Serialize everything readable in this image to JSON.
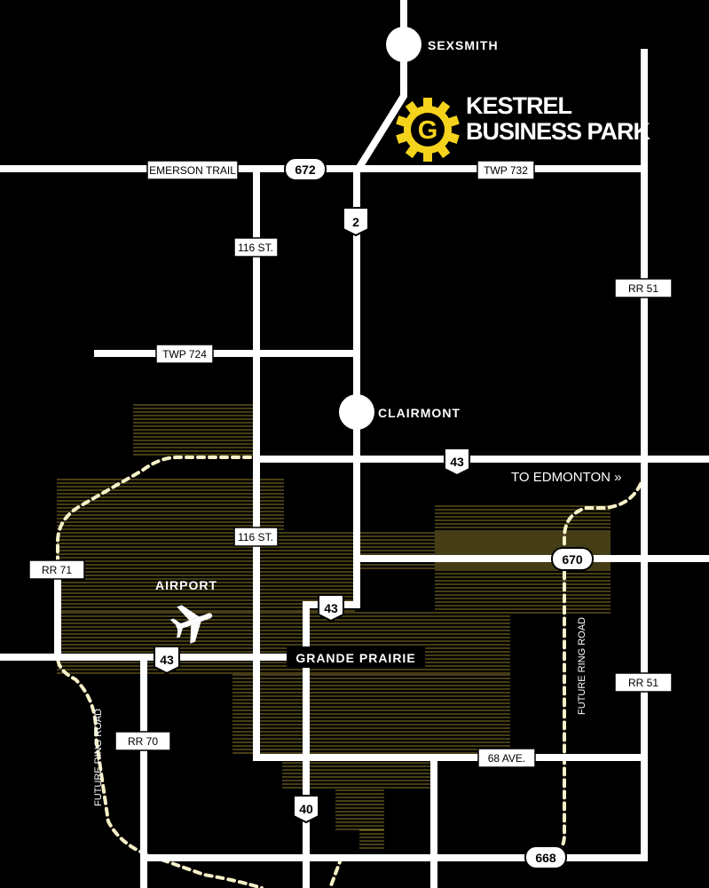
{
  "brand": {
    "line1": "KESTREL",
    "line2": "BUSINESS PARK",
    "logo_letter": "G",
    "color": "#F5D31C"
  },
  "towns": {
    "sexsmith": "SEXSMITH",
    "clairmont": "CLAIRMONT",
    "airport": "AIRPORT",
    "grande_prairie": "GRANDE PRAIRIE"
  },
  "road_labels": {
    "emerson_trail": "EMERSON TRAIL",
    "twp732": "TWP 732",
    "st116_north": "116 ST.",
    "st116_south": "116 ST.",
    "rr51_north": "RR 51",
    "rr51_south": "RR 51",
    "twp724": "TWP 724",
    "rr71": "RR 71",
    "rr70": "RR 70",
    "ave68": "68 AVE."
  },
  "highway_shields": {
    "hwy672": "672",
    "hwy2": "2",
    "hwy43_east": "43",
    "hwy670": "670",
    "hwy43_city": "43",
    "hwy43_west": "43",
    "hwy40": "40",
    "hwy668": "668"
  },
  "annotations": {
    "to_edmonton": "TO EDMONTON »",
    "ring_road_west": "FUTURE RING ROAD",
    "ring_road_east": "FUTURE RING ROAD"
  },
  "colors": {
    "background": "#000000",
    "road": "#FFFFFF",
    "urban_hatch": "#8A7A2A",
    "ring_road": "#F6F1C8"
  }
}
